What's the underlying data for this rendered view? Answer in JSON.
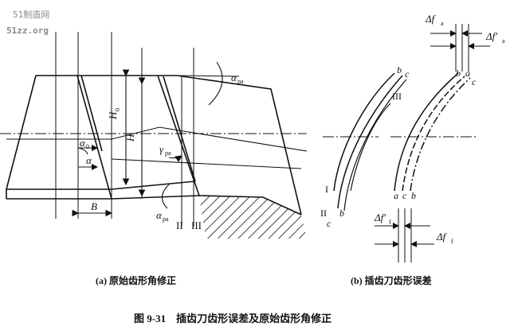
{
  "watermark": {
    "line1": "51制造网",
    "line2": "51zz.org"
  },
  "left_diagram": {
    "labels": {
      "alpha_pa_top": "α",
      "alpha_pa_top_sub": "pa",
      "H0": "H",
      "H0_sub": "0",
      "H": "H",
      "alpha0": "α",
      "alpha0_sub": "0",
      "alpha": "α",
      "gamma_pa": "γ",
      "gamma_pa_sub": "pa",
      "B": "B",
      "alpha_pa_bottom": "α",
      "alpha_pa_bottom_sub": "pa",
      "II": "II",
      "III": "III"
    },
    "caption": "(a) 原始齿形角修正"
  },
  "right_diagram": {
    "labels": {
      "delta_fa": "Δf",
      "delta_fa_sub": "a",
      "delta_fa_prime": "Δf′",
      "delta_fa_prime_sub": "a",
      "delta_ff_prime": "Δf′",
      "delta_ff_prime_sub": "f",
      "delta_ff": "Δf",
      "delta_ff_sub": "f",
      "curve_I": "I",
      "curve_II": "II",
      "curve_III": "III",
      "b_top": "b",
      "c_top": "c",
      "b_bottom": "b",
      "c_bottom": "c",
      "b_r_top": "b",
      "a_r_top": "a",
      "c_r_top": "c",
      "a_r_bottom": "a",
      "c_r_bottom": "c",
      "b_r_bottom": "b"
    },
    "caption": "(b) 插齿刀齿形误差"
  },
  "figure_caption": "图 9-31    插齿刀齿形误差及原始齿形角修正"
}
